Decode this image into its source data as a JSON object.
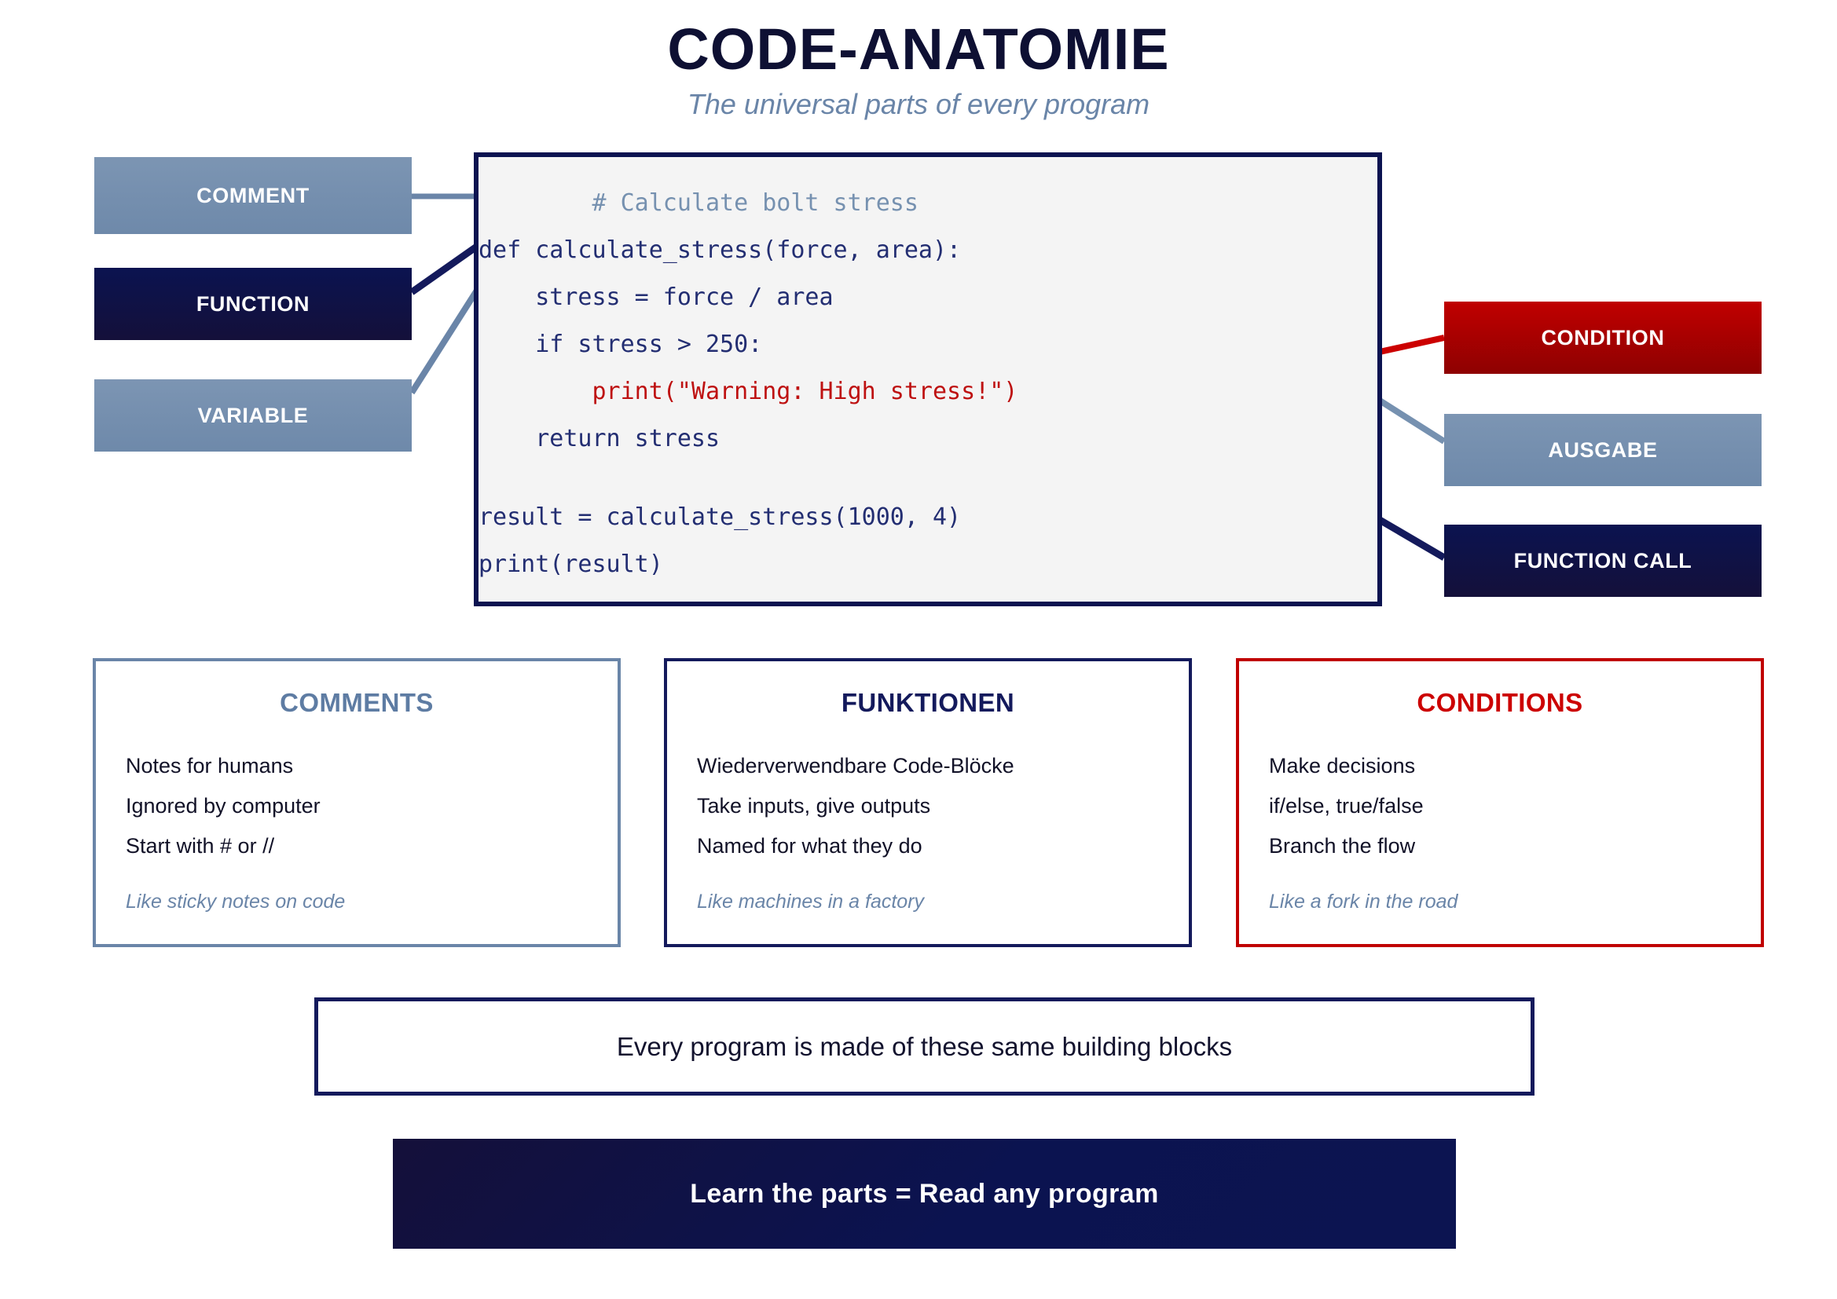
{
  "header": {
    "title": "CODE-ANATOMIE",
    "subtitle": "The universal parts of every program"
  },
  "colors": {
    "navy": "#0B1350",
    "steel_blue": "#7691B0",
    "red": "#C00000",
    "code_bg": "#F4F4F4",
    "code_text": "#232E72",
    "comment_text": "#7691B0",
    "warning_text": "#BE1111"
  },
  "code_panel": {
    "lines": [
      {
        "text": "        # Calculate bolt stress",
        "kind": "comment"
      },
      {
        "text": "def calculate_stress(force, area):",
        "kind": "code"
      },
      {
        "text": "    stress = force / area",
        "kind": "code"
      },
      {
        "text": "    if stress > 250:",
        "kind": "code"
      },
      {
        "text": "        print(\"Warning: High stress!\")",
        "kind": "warning"
      },
      {
        "text": "    return stress",
        "kind": "code"
      },
      {
        "text": "",
        "kind": "code"
      },
      {
        "text": "result = calculate_stress(1000, 4)",
        "kind": "code"
      },
      {
        "text": "print(result)",
        "kind": "code"
      }
    ]
  },
  "left_labels": [
    {
      "label": "COMMENT",
      "style": "steel"
    },
    {
      "label": "FUNCTION",
      "style": "navy"
    },
    {
      "label": "VARIABLE",
      "style": "steel"
    }
  ],
  "right_labels": [
    {
      "label": "CONDITION",
      "style": "red"
    },
    {
      "label": "AUSGABE",
      "style": "steel"
    },
    {
      "label": "FUNCTION CALL",
      "style": "navy"
    }
  ],
  "cards": [
    {
      "title": "COMMENTS",
      "style": "steel",
      "bullets": [
        "Notes for humans",
        "Ignored by computer",
        "Start with # or //"
      ],
      "tagline": "Like sticky notes on code"
    },
    {
      "title": "FUNKTIONEN",
      "style": "navy",
      "bullets": [
        "Wiederverwendbare Code-Blöcke",
        "Take inputs, give outputs",
        "Named for what they do"
      ],
      "tagline": "Like machines in a factory"
    },
    {
      "title": "CONDITIONS",
      "style": "red",
      "bullets": [
        "Make decisions",
        "if/else, true/false",
        "Branch the flow"
      ],
      "tagline": "Like a fork in the road"
    }
  ],
  "summary_banner": {
    "text": "Every program is made of these same building blocks"
  },
  "cta_banner": {
    "text": "Learn the parts = Read any program"
  }
}
